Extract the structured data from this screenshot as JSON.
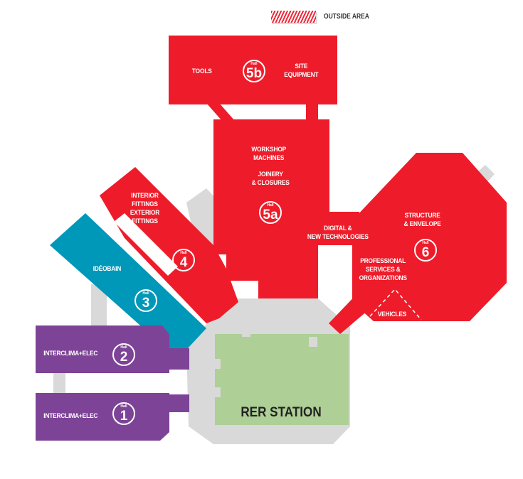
{
  "legend": {
    "label": "OUTSIDE AREA"
  },
  "colors": {
    "red": "#ee1c2a",
    "blue": "#0098b8",
    "purple": "#7d4397",
    "green": "#aecf96",
    "grey": "#d9d9d9"
  },
  "badge_prefix": "Hall",
  "halls": [
    {
      "number": "5b",
      "labels": [
        "TOOLS",
        "SITE\nEQUIPMENT"
      ]
    },
    {
      "number": "5a",
      "labels": [
        "WORKSHOP\nMACHINES",
        "JOINERY\n& CLOSURES"
      ]
    },
    {
      "number": "6",
      "labels": [
        "DIGITAL &\nNEW TECHNOLOGIES",
        "STRUCTURE\n& ENVELOPE",
        "PROFESSIONAL\nSERVICES &\nORGANIZATIONS",
        "VEHICLES"
      ]
    },
    {
      "number": "4",
      "labels": [
        "INTERIOR\nFITTINGS\nEXTERIOR\nFITTINGS"
      ]
    },
    {
      "number": "3",
      "labels": [
        "IDÉOBAIN"
      ]
    },
    {
      "number": "2",
      "labels": [
        "INTERCLIMA+ELEC"
      ]
    },
    {
      "number": "1",
      "labels": [
        "INTERCLIMA+ELEC"
      ]
    }
  ],
  "station": {
    "label": "RER STATION"
  }
}
